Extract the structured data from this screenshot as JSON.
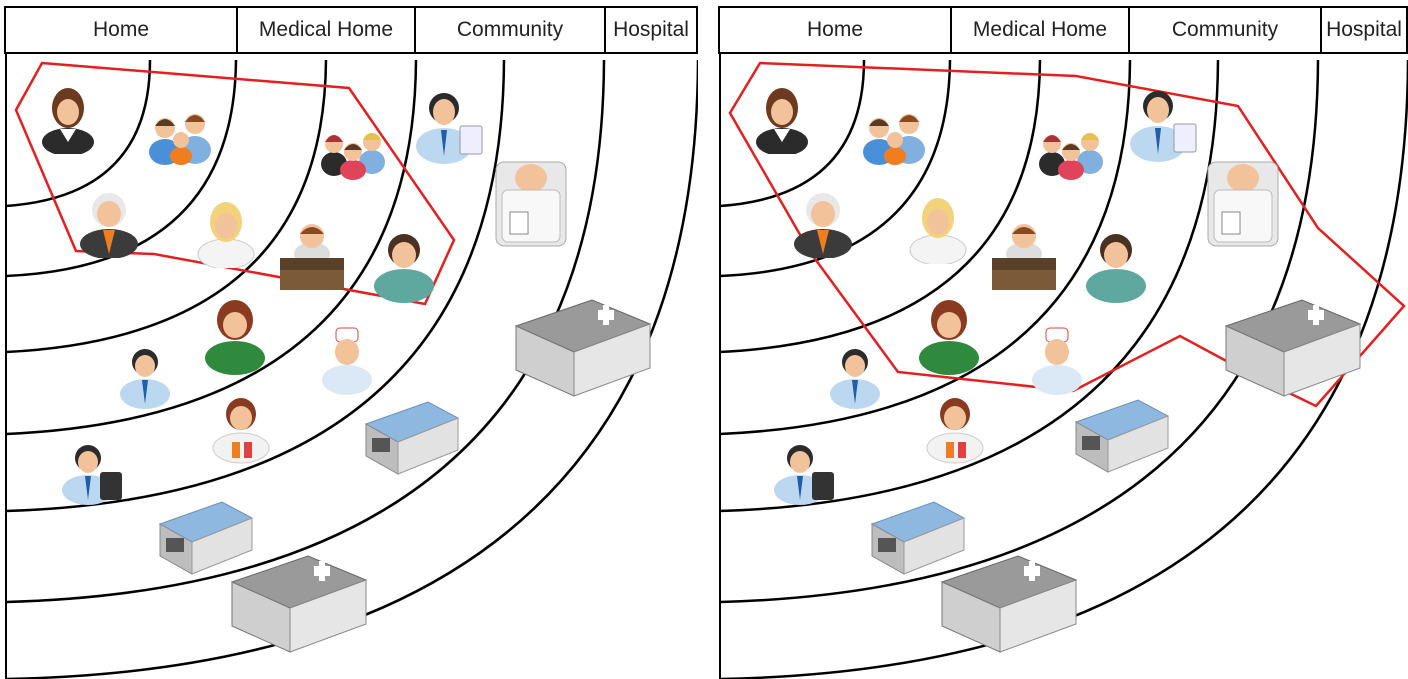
{
  "panels": [
    {
      "id": "left",
      "headers": [
        "Home",
        "Medical Home",
        "Community",
        "Hospital"
      ]
    },
    {
      "id": "right",
      "headers": [
        "Home",
        "Medical Home",
        "Community",
        "Hospital"
      ]
    }
  ],
  "colors": {
    "line": "#000000",
    "boundary": "#e41f1f",
    "skin": "#f2c29b",
    "shirt_blue": "#bcd7f0",
    "building_blue": "#8fb8e0",
    "building_grey": "#cfcfcf"
  },
  "icons": [
    "woman-icon",
    "family-icon",
    "elderly-man-icon",
    "nurse-icon",
    "group-icon",
    "doctor-icon",
    "patient-in-bed-icon",
    "receptionist-desk-icon",
    "man-green-icon",
    "woman-green-icon",
    "pharmacist-icon",
    "child-icon",
    "man-blue-icon",
    "man-with-phone-icon",
    "clinic-building-icon",
    "hospital-building-icon"
  ]
}
